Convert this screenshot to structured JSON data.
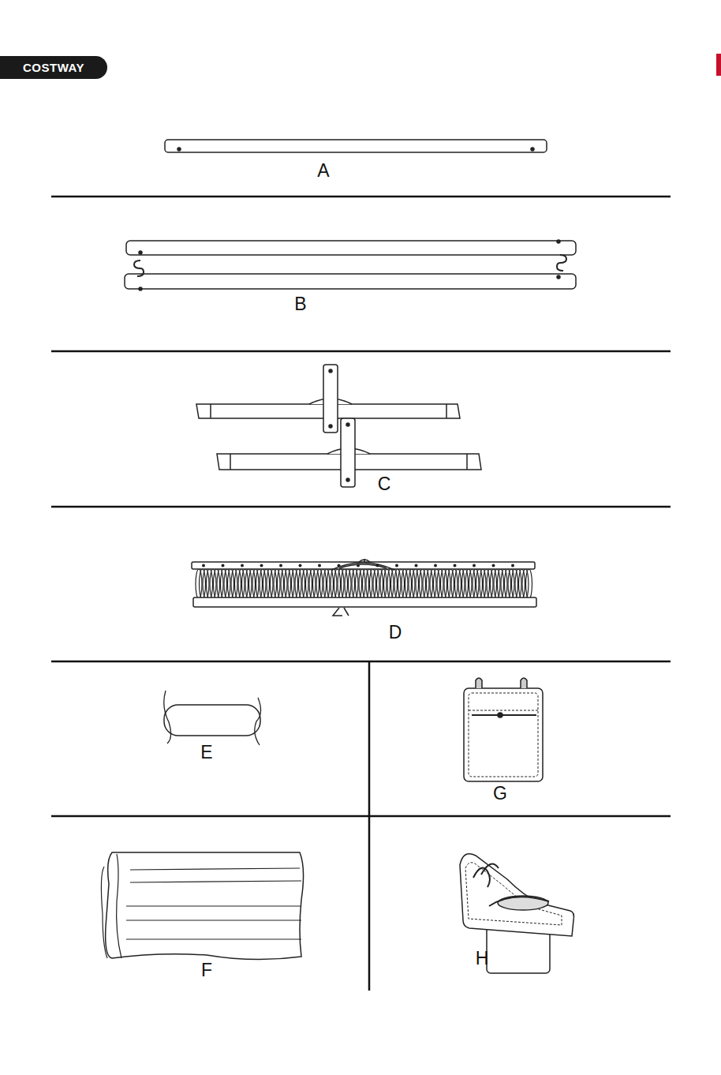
{
  "diagram": {
    "nodes": [
      {
        "text": [
          "COSTWAY"
        ]
      }
    ],
    "labels": [
      "A",
      "B",
      "C",
      "D",
      "E",
      "G",
      "F",
      "H"
    ]
  }
}
